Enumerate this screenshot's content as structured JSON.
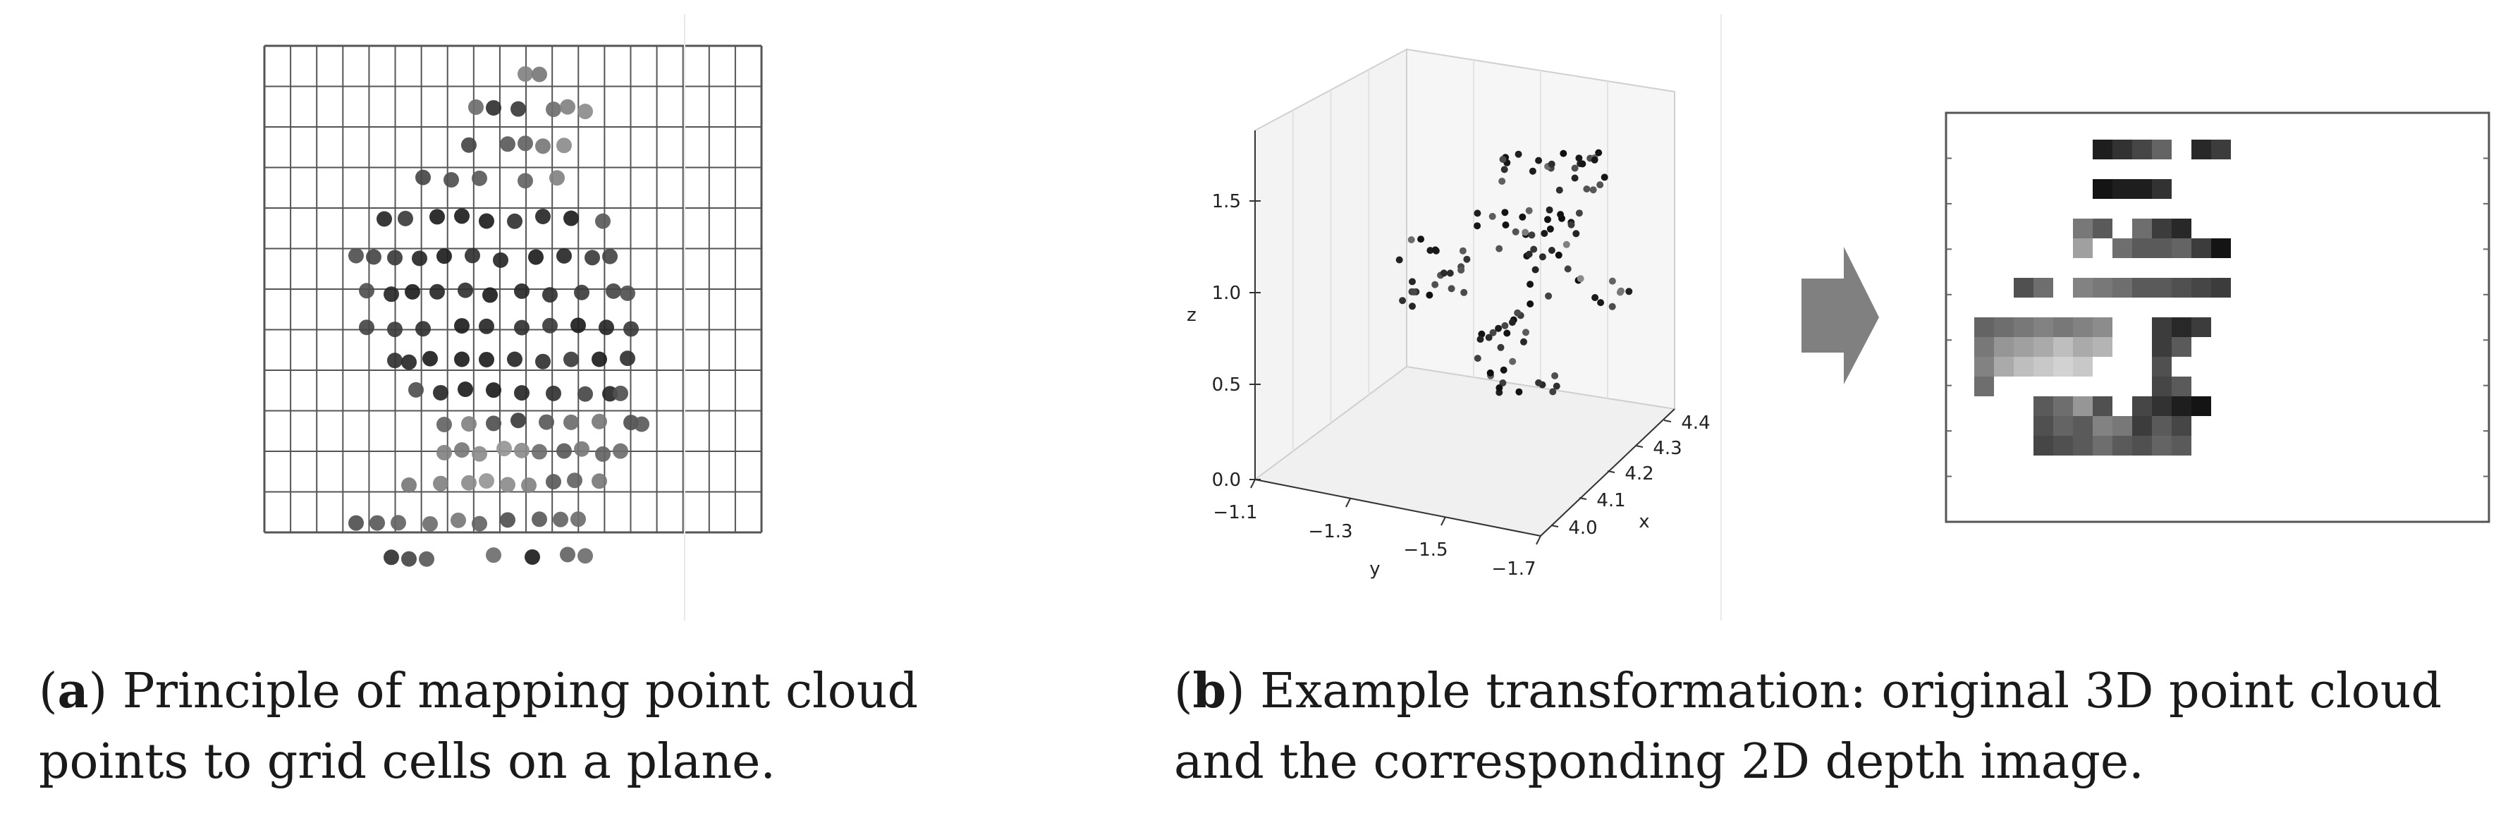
{
  "caption_a": {
    "letter": "a",
    "text": "Principle of mapping point cloud points to grid cells on a plane."
  },
  "caption_b": {
    "letter": "b",
    "text": "Example transformation: original 3D point cloud and the corresponding 2D depth image."
  },
  "colors": {
    "grid": "#444444",
    "dot_dark": "#111111",
    "arrow": "#808080",
    "frame": "#555555"
  },
  "arrow_icon": "right-arrow-icon",
  "plot3d": {
    "axes": {
      "z": {
        "label": "z",
        "ticks": [
          "0.0",
          "0.5",
          "1.0",
          "1.5"
        ]
      },
      "y": {
        "label": "y",
        "ticks": [
          "−1.1",
          "−1.3",
          "−1.5",
          "−1.7"
        ]
      },
      "x": {
        "label": "x",
        "ticks": [
          "4.0",
          "4.1",
          "4.2",
          "4.3",
          "4.4"
        ]
      }
    }
  }
}
